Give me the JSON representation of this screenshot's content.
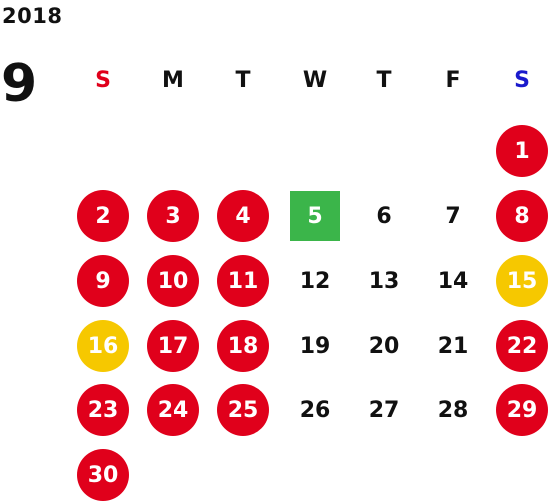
{
  "calendar": {
    "year": "2018",
    "month": "9",
    "weekdays": [
      {
        "label": "S",
        "color": "#e0001b"
      },
      {
        "label": "M",
        "color": "#111111"
      },
      {
        "label": "T",
        "color": "#111111"
      },
      {
        "label": "W",
        "color": "#111111"
      },
      {
        "label": "T",
        "color": "#111111"
      },
      {
        "label": "F",
        "color": "#111111"
      },
      {
        "label": "S",
        "color": "#1a1acc"
      }
    ],
    "first_weekday_index": 6,
    "days": [
      {
        "label": "1",
        "style": "red"
      },
      {
        "label": "2",
        "style": "red"
      },
      {
        "label": "3",
        "style": "red"
      },
      {
        "label": "4",
        "style": "red"
      },
      {
        "label": "5",
        "style": "green"
      },
      {
        "label": "6",
        "style": "plain"
      },
      {
        "label": "7",
        "style": "plain"
      },
      {
        "label": "8",
        "style": "red"
      },
      {
        "label": "9",
        "style": "red"
      },
      {
        "label": "10",
        "style": "red"
      },
      {
        "label": "11",
        "style": "red"
      },
      {
        "label": "12",
        "style": "plain"
      },
      {
        "label": "13",
        "style": "plain"
      },
      {
        "label": "14",
        "style": "plain"
      },
      {
        "label": "15",
        "style": "yellow"
      },
      {
        "label": "16",
        "style": "yellow"
      },
      {
        "label": "17",
        "style": "red"
      },
      {
        "label": "18",
        "style": "red"
      },
      {
        "label": "19",
        "style": "plain"
      },
      {
        "label": "20",
        "style": "plain"
      },
      {
        "label": "21",
        "style": "plain"
      },
      {
        "label": "22",
        "style": "red"
      },
      {
        "label": "23",
        "style": "red"
      },
      {
        "label": "24",
        "style": "red"
      },
      {
        "label": "25",
        "style": "red"
      },
      {
        "label": "26",
        "style": "plain"
      },
      {
        "label": "27",
        "style": "plain"
      },
      {
        "label": "28",
        "style": "plain"
      },
      {
        "label": "29",
        "style": "red"
      },
      {
        "label": "30",
        "style": "red"
      }
    ],
    "colors": {
      "holiday_red": "#e0001b",
      "highlight_yellow": "#f6c800",
      "today_green": "#3bb54a",
      "saturday_blue": "#1a1acc"
    }
  }
}
